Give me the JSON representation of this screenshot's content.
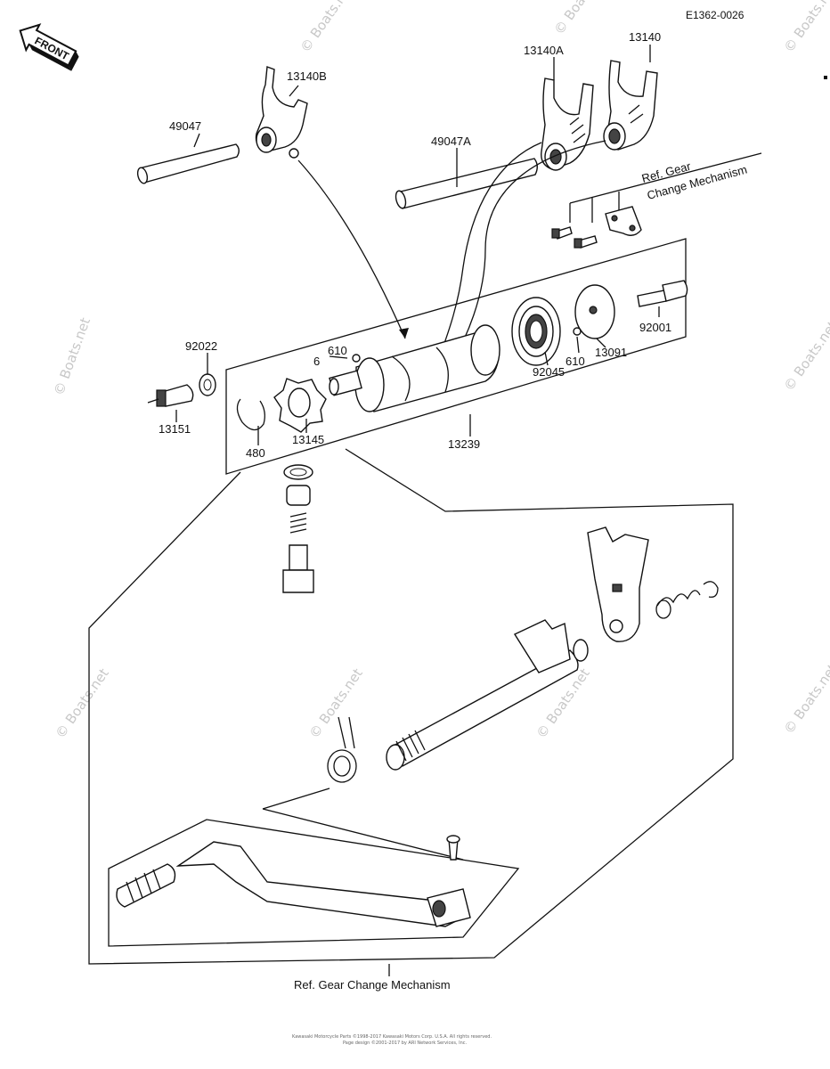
{
  "diagram_code": "E1362-0026",
  "front_label": "FRONT",
  "parts": {
    "p13140B": "13140B",
    "p13140A": "13140A",
    "p13140": "13140",
    "p49047": "49047",
    "p49047A": "49047A",
    "p92022": "92022",
    "p610a": "610",
    "p6": "6",
    "p92045": "92045",
    "p610b": "610",
    "p13091": "13091",
    "p92001": "92001",
    "p13151": "13151",
    "p13145": "13145",
    "p480": "480",
    "p13239": "13239"
  },
  "refs": {
    "top_ref_line1": "Ref.   Gear",
    "top_ref_line2": "Change Mechanism",
    "bottom_ref": "Ref.  Gear  Change  Mechanism"
  },
  "watermark": "© Boats.net",
  "copyright_line1": "Kawasaki Motorcycle Parts ©1998-2017 Kawasaki Motors Corp. U.S.A. All rights reserved.",
  "copyright_line2": "Page design ©2001-2017 by ARI Network Services, Inc."
}
